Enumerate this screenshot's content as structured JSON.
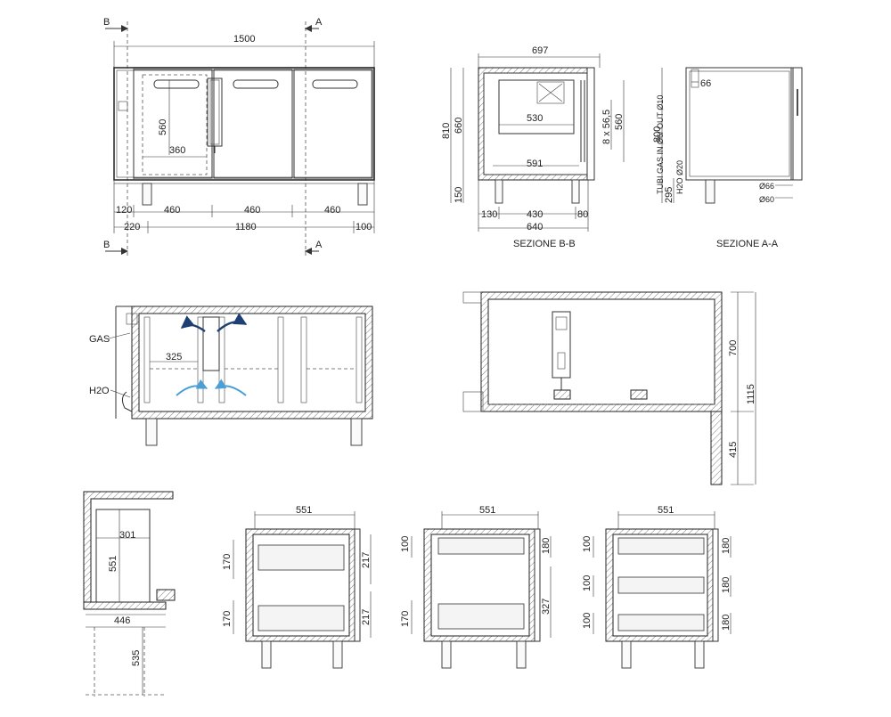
{
  "colors": {
    "line": "#222222",
    "airflow_dark": "#1d3f73",
    "airflow_light": "#4a9fd6",
    "background": "#ffffff"
  },
  "front_view": {
    "section_b": "B",
    "section_a": "A",
    "overall_width": "1500",
    "door_height": "560",
    "door_width": "360",
    "dims_row1": [
      "120",
      "460",
      "460",
      "460"
    ],
    "dims_row2": [
      "220",
      "1180",
      "100"
    ]
  },
  "section_bb": {
    "caption": "SEZIONE B-B",
    "top_width": "697",
    "inner_width": "530",
    "bottom_inner": "591",
    "height_810": "810",
    "height_660": "660",
    "leg_150": "150",
    "rails": "8 x 56,5",
    "rail_height": "560",
    "bottom_dims": [
      "130",
      "430",
      "80"
    ],
    "base_width": "640"
  },
  "section_aa": {
    "caption": "SEZIONE A-A",
    "dim_66": "66",
    "height_800": "800",
    "height_295": "295",
    "gas_label": "TUBI GAS IN Ø6/ OUT Ø10",
    "h2o_label": "H2O Ø20",
    "dia_66": "Ø66",
    "dia_60": "Ø60"
  },
  "plan_view": {
    "gas": "GAS",
    "h2o": "H2O",
    "dim_325": "325"
  },
  "side_view": {
    "dim_700": "700",
    "dim_1115": "1115",
    "dim_415": "415"
  },
  "door_detail": {
    "dim_301": "301",
    "dim_551": "551",
    "dim_446": "446",
    "dim_535": "535"
  },
  "drawer_configs": [
    {
      "width": "551",
      "left": [
        "170",
        "170"
      ],
      "right": [
        "217",
        "217"
      ]
    },
    {
      "width": "551",
      "left": [
        "100",
        "170"
      ],
      "right": [
        "180",
        "327"
      ]
    },
    {
      "width": "551",
      "left": [
        "100",
        "100",
        "100"
      ],
      "right": [
        "180",
        "180",
        "180"
      ]
    }
  ]
}
